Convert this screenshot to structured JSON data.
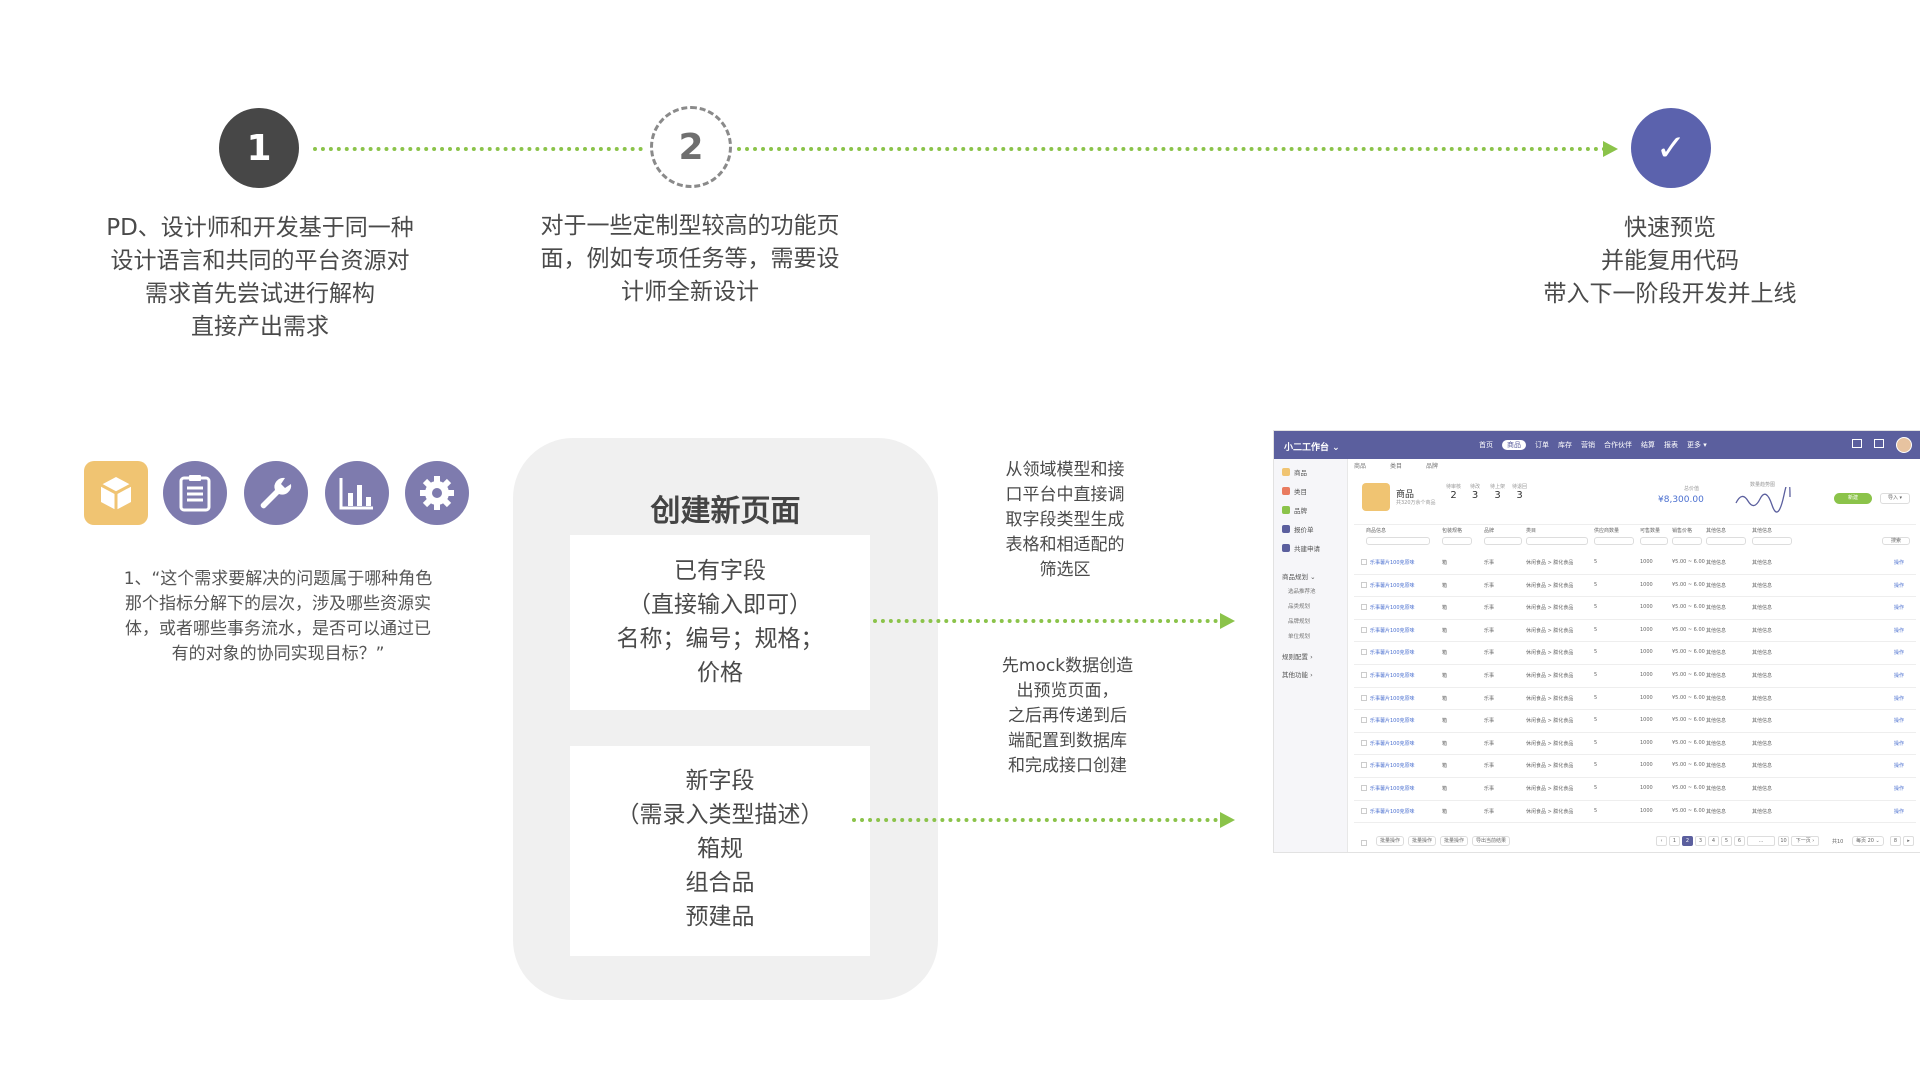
{
  "steps": [
    {
      "marker": "1",
      "text": [
        "PD、设计师和开发基于同一种",
        "设计语言和共同的平台资源对",
        "需求首先尝试进行解构",
        "直接产出需求"
      ]
    },
    {
      "marker": "2",
      "text": [
        "对于一些定制型较高的功能页",
        "面，例如专项任务等，需要设",
        "计师全新设计"
      ]
    },
    {
      "marker": "✓",
      "text": [
        "快速预览",
        "并能复用代码",
        "带入下一阶段开发并上线"
      ]
    }
  ],
  "icons": [
    "box-icon",
    "clipboard-icon",
    "wrench-icon",
    "bar-chart-icon",
    "gear-icon"
  ],
  "quote": [
    "1、“这个需求要解决的问题属于哪种角色",
    "那个指标分解下的层次，涉及哪些资源实",
    "体，或者哪些事务流水，是否可以通过已",
    "有的对象的协同实现目标？”"
  ],
  "panel": {
    "title": "创建新页面",
    "existing": [
      "已有字段",
      "（直接输入即可）",
      "名称；编号；规格；",
      "价格"
    ],
    "new": [
      "新字段",
      "（需录入类型描述）",
      "箱规",
      "组合品",
      "预建品"
    ]
  },
  "notes": {
    "top": [
      "从领域模型和接",
      "口平台中直接调",
      "取字段类型生成",
      "表格和相适配的",
      "筛选区"
    ],
    "bottom": [
      "先mock数据创造",
      "出预览页面，",
      "之后再传递到后",
      "端配置到数据库",
      "和完成接口创建"
    ]
  },
  "colors": {
    "accent_green": "#8bc34a",
    "step_dark": "#474747",
    "step_purple": "#5b62ad",
    "icon_yellow": "#f0c472",
    "icon_purple": "#7e7bae"
  },
  "app": {
    "brand": "小二工作台 ⌄",
    "nav": [
      "首页",
      "商品",
      "订单",
      "库存",
      "营销",
      "合作伙伴",
      "结算",
      "报表",
      "更多 ▾"
    ],
    "nav_active": 1,
    "side": [
      {
        "label": "商品",
        "color": "#f0c472"
      },
      {
        "label": "类目",
        "color": "#e97b5f"
      },
      {
        "label": "品牌",
        "color": "#8bc34a"
      },
      {
        "label": "报价单",
        "color": "#5b5f9e"
      },
      {
        "label": "共建申请",
        "color": "#5b5f9e"
      }
    ],
    "side_group1": "商品规划",
    "side_subs": [
      "选品推荐池",
      "品类规划",
      "品牌规划",
      "单位规划"
    ],
    "side_group2": "规则配置",
    "side_group3": "其他功能",
    "tabs": [
      "商品",
      "类目",
      "品牌"
    ],
    "summary": {
      "title": "商品",
      "subtitle": "共320万余个商品",
      "stats": [
        {
          "label": "待审核",
          "value": "2"
        },
        {
          "label": "待改",
          "value": "3"
        },
        {
          "label": "待上架",
          "value": "3"
        },
        {
          "label": "待退回",
          "value": "3"
        }
      ],
      "price_label": "总价值",
      "price": "¥8,300.00",
      "trend_label": "数量趋势图",
      "btn_primary": "新建",
      "btn_secondary": "导入 ▾"
    },
    "columns": [
      "商品信息",
      "包装规格",
      "品牌",
      "类目",
      "供应商数量",
      "可售数量",
      "销售价格",
      "其他信息",
      "其他信息",
      "操作"
    ],
    "search_btn": "搜索",
    "row": [
      "乐事薯片100克原味",
      "箱",
      "乐事",
      "休闲食品 > 膨化食品",
      "5",
      "1000",
      "¥5.00 ~ 6.00",
      "其他信息",
      "其他信息",
      "操作"
    ],
    "row_count": 12,
    "footer_btns": [
      "批量操作",
      "批量操作",
      "批量操作",
      "导出当前结果"
    ],
    "pages": [
      "‹",
      "1",
      "2",
      "3",
      "4",
      "5",
      "6",
      "...",
      "10",
      "下一页 ›"
    ],
    "active_page": 2,
    "page_info": "共10",
    "page_size": "每页 20 ⌄",
    "page_jump": "8"
  }
}
